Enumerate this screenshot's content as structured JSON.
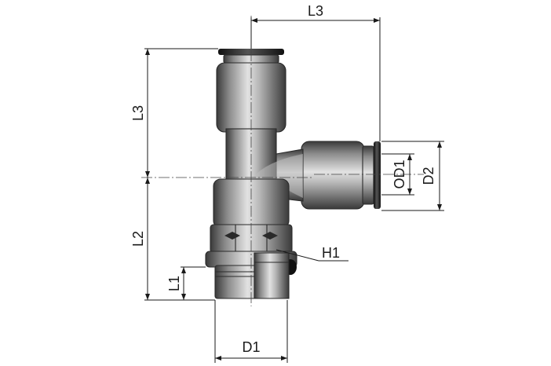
{
  "diagram": {
    "dimensions": [
      {
        "id": "L3-top",
        "label": "L3"
      },
      {
        "id": "L3-left",
        "label": "L3"
      },
      {
        "id": "L2",
        "label": "L2"
      },
      {
        "id": "L1",
        "label": "L1"
      },
      {
        "id": "D1",
        "label": "D1"
      },
      {
        "id": "D2",
        "label": "D2"
      },
      {
        "id": "OD1",
        "label": "OD1"
      },
      {
        "id": "H1",
        "label": "H1"
      }
    ],
    "colors": {
      "metal_dark": "#3d3d3d",
      "metal_mid": "#8a8a8a",
      "metal_light": "#dcdcdc",
      "ring_black": "#1e1e1e",
      "line": "#1a1a1a"
    }
  }
}
